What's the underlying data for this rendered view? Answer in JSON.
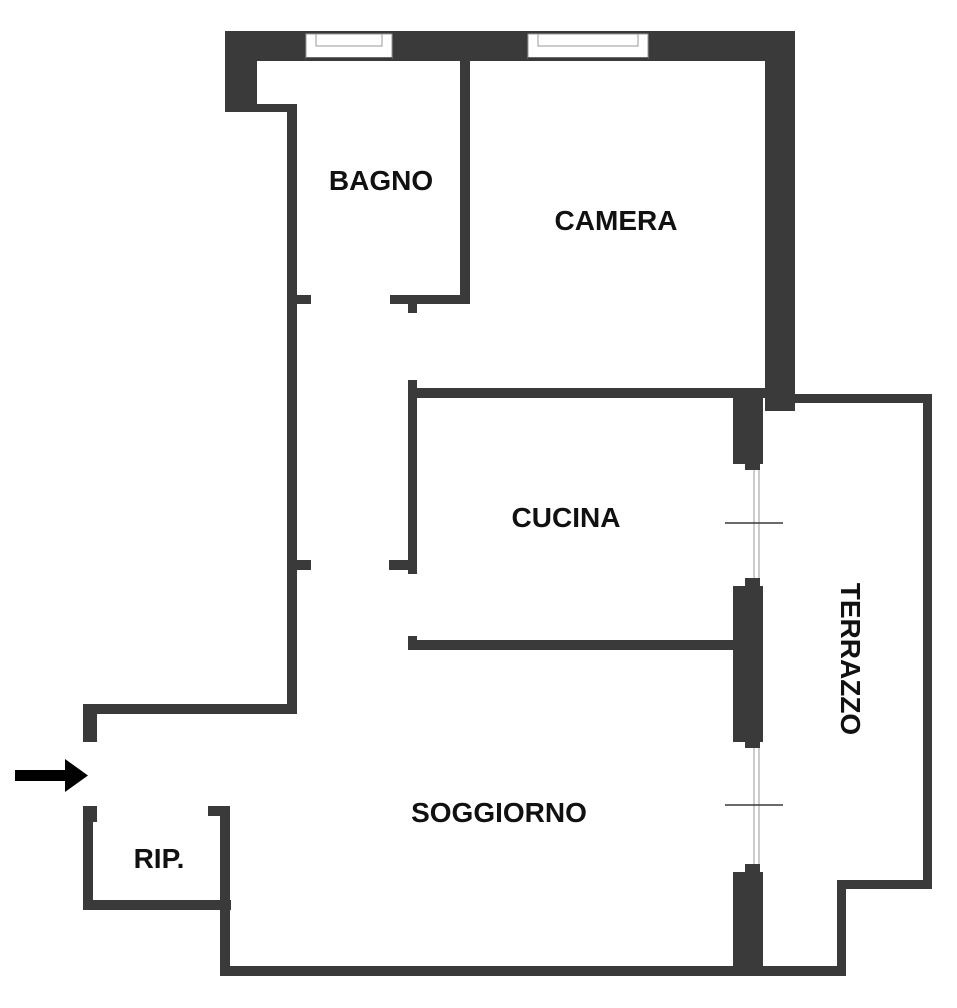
{
  "rooms": {
    "bagno": "BAGNO",
    "camera": "CAMERA",
    "cucina": "CUCINA",
    "terrazzo": "TERRAZZO",
    "soggiorno": "SOGGIORNO",
    "ripostiglio": "RIP."
  },
  "colors": {
    "wall": "#3a3a3a",
    "background": "#ffffff",
    "window_frame": "#9a9a9a"
  },
  "icons": [
    "entrance-arrow-icon"
  ]
}
